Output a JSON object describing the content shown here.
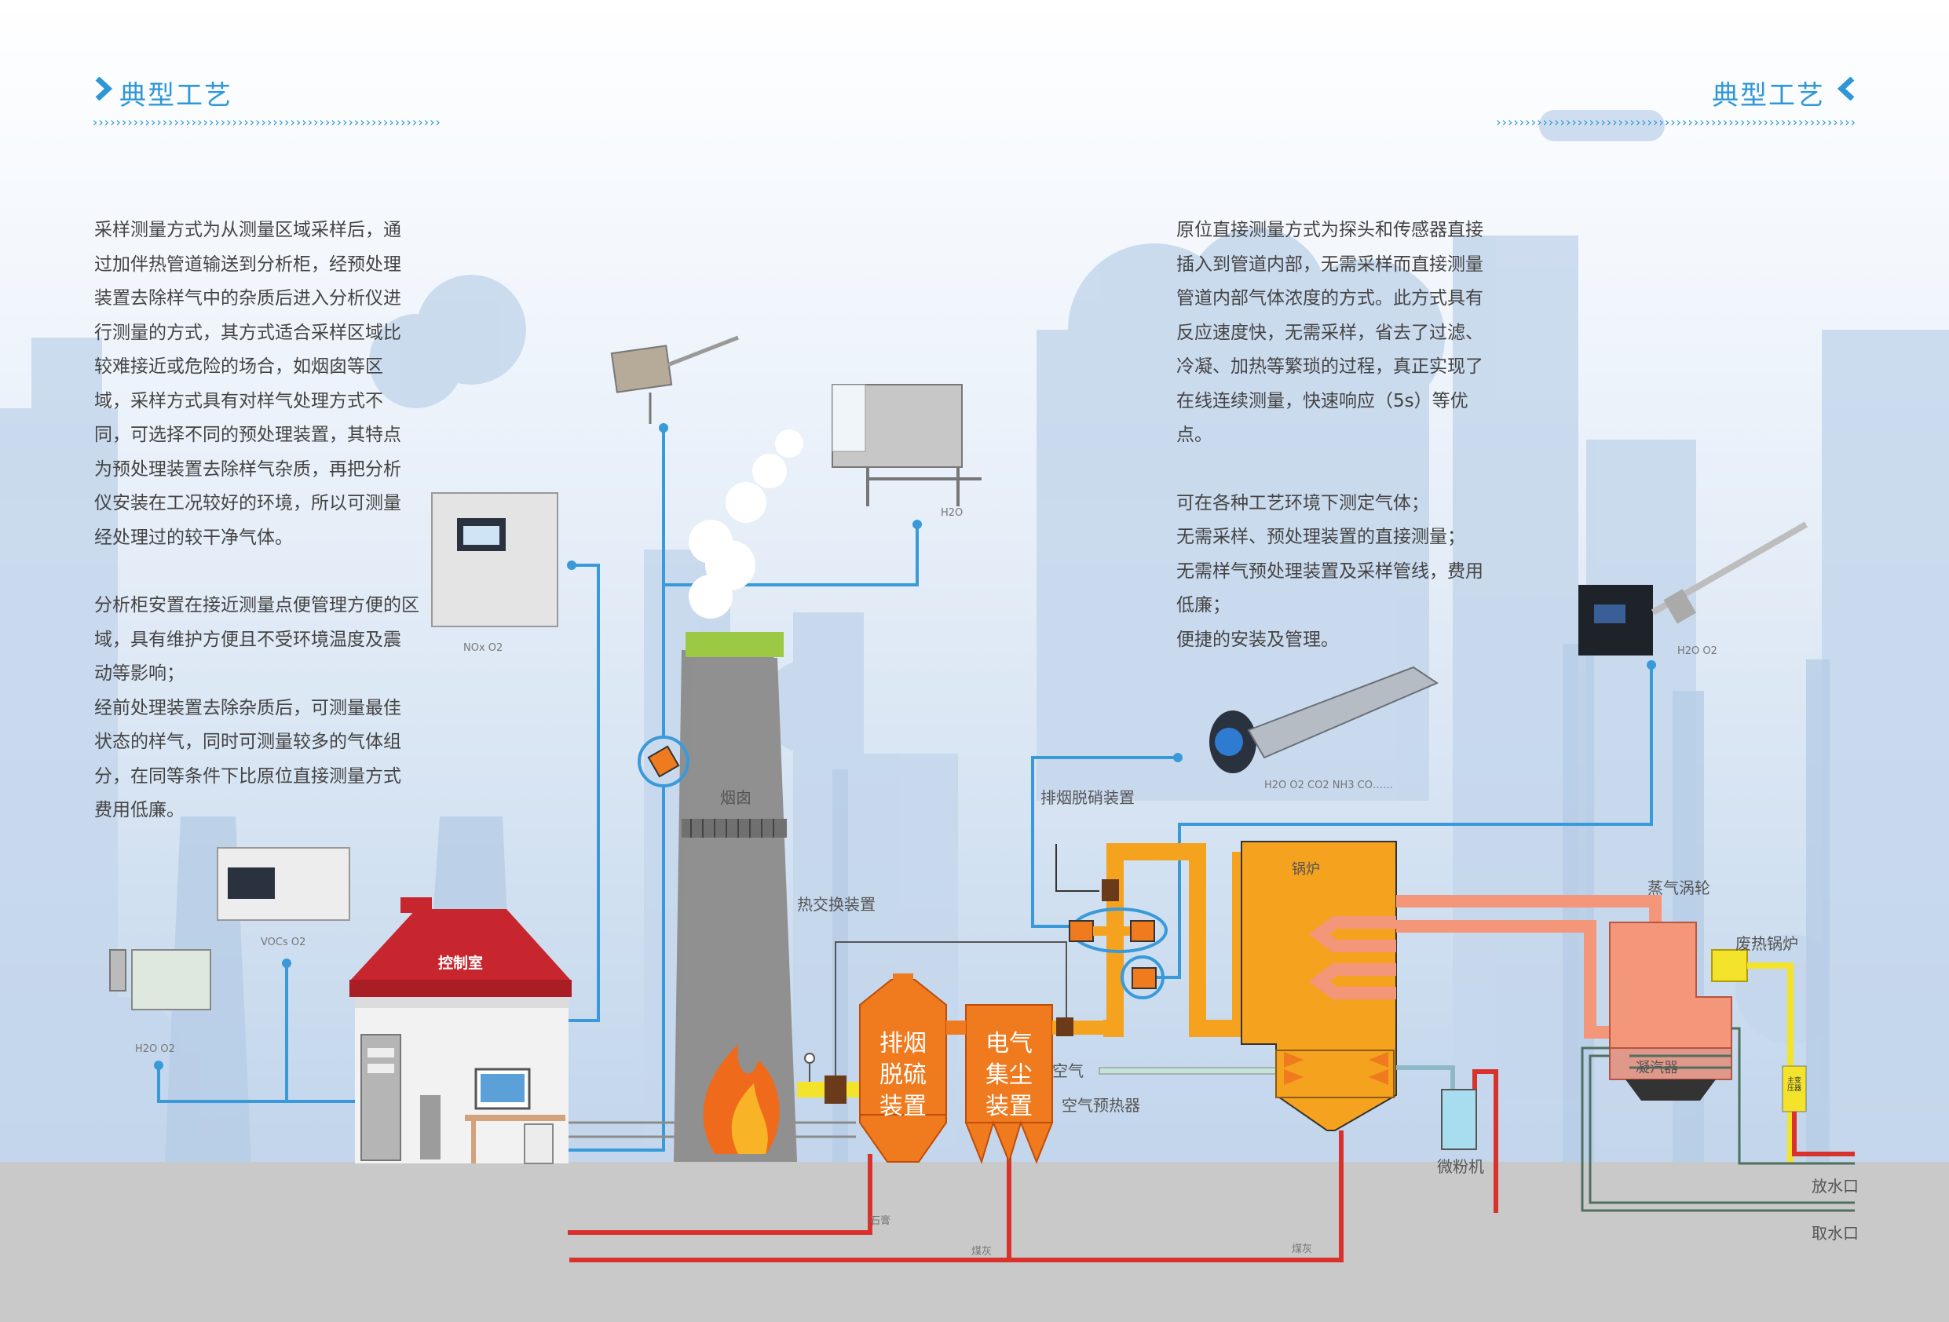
{
  "header": {
    "left_title": "典型工艺",
    "right_title": "典型工艺",
    "dots": "››››››››››››››››››››››››››››››››››››››››››››››››››››››››››››",
    "dots_rev": "‹‹‹‹‹‹‹‹‹‹‹‹‹‹‹‹‹‹‹‹‹‹‹‹‹‹‹‹‹‹‹‹‹‹‹‹‹‹‹‹‹‹‹‹‹‹‹‹‹‹‹‹‹‹‹‹‹‹‹‹‹‹"
  },
  "left_text": {
    "p1": [
      "采样测量方式为从测量区域采样后，通",
      "过加伴热管道输送到分析柜，经预处理",
      "装置去除样气中的杂质后进入分析仪进",
      "行测量的方式，其方式适合采样区域比",
      "较难接近或危险的场合，如烟囱等区",
      "域，采样方式具有对样气处理方式不",
      "同，可选择不同的预处理装置，其特点",
      "为预处理装置去除样气杂质，再把分析",
      "仪安装在工况较好的环境，所以可测量",
      "经处理过的较干净气体。"
    ],
    "p2": [
      "分析柜安置在接近测量点便管理方便的区",
      "域，具有维护方便且不受环境温度及震",
      "动等影响；",
      "经前处理装置去除杂质后，可测量最佳",
      "状态的样气，同时可测量较多的气体组",
      "分，在同等条件下比原位直接测量方式",
      "费用低廉。"
    ]
  },
  "right_text": {
    "p1": [
      "原位直接测量方式为探头和传感器直接",
      "插入到管道内部，无需采样而直接测量",
      "管道内部气体浓度的方式。此方式具有",
      "反应速度快，无需采样，省去了过滤、",
      "冷凝、加热等繁琐的过程，真正实现了",
      "在线连续测量，快速响应（5s）等优",
      "点。"
    ],
    "p2": [
      "可在各种工艺环境下测定气体；",
      "无需采样、预处理装置的直接测量；",
      "无需样气预处理装置及采样管线，费用",
      "低廉；",
      "便捷的安装及管理。"
    ]
  },
  "labels": {
    "chimney": "烟囱",
    "control_room": "控制室",
    "heat_exchanger": "热交换装置",
    "denitration": "排烟脱硝装置",
    "desulfurization": [
      "排烟",
      "脱硫",
      "装置"
    ],
    "dust_collector": [
      "电气",
      "集尘",
      "装置"
    ],
    "air": "空气",
    "air_preheater": "空气预热器",
    "boiler": "锅炉",
    "steam_turbine": "蒸气涡轮",
    "waste_heat_boiler": "废热锅炉",
    "condenser": "凝汽器",
    "pulverizer": "微粉机",
    "drain": "放水口",
    "intake": "取水口",
    "gypsum": "石膏",
    "coal_ash": "煤灰",
    "coal_ash2": "煤灰",
    "transformer": "主变压器"
  },
  "device_labels": {
    "nox_o2": "NOx  O2",
    "h2o_top": "H2O",
    "vocs_o2": "VOCs    O2",
    "h2o_o2_left": "H2O   O2",
    "h2o_o2_right": "H2O   O2",
    "probe_gases": "H2O  O2  CO2  NH3  CO……"
  },
  "colors": {
    "accent": "#2f97d8",
    "orange": "#f5a21f",
    "deep_orange": "#f07a1e",
    "salmon": "#f4967a",
    "red_roof": "#c8262e",
    "line_blue": "#3a9ad9",
    "ground": "#c9c9c9"
  }
}
